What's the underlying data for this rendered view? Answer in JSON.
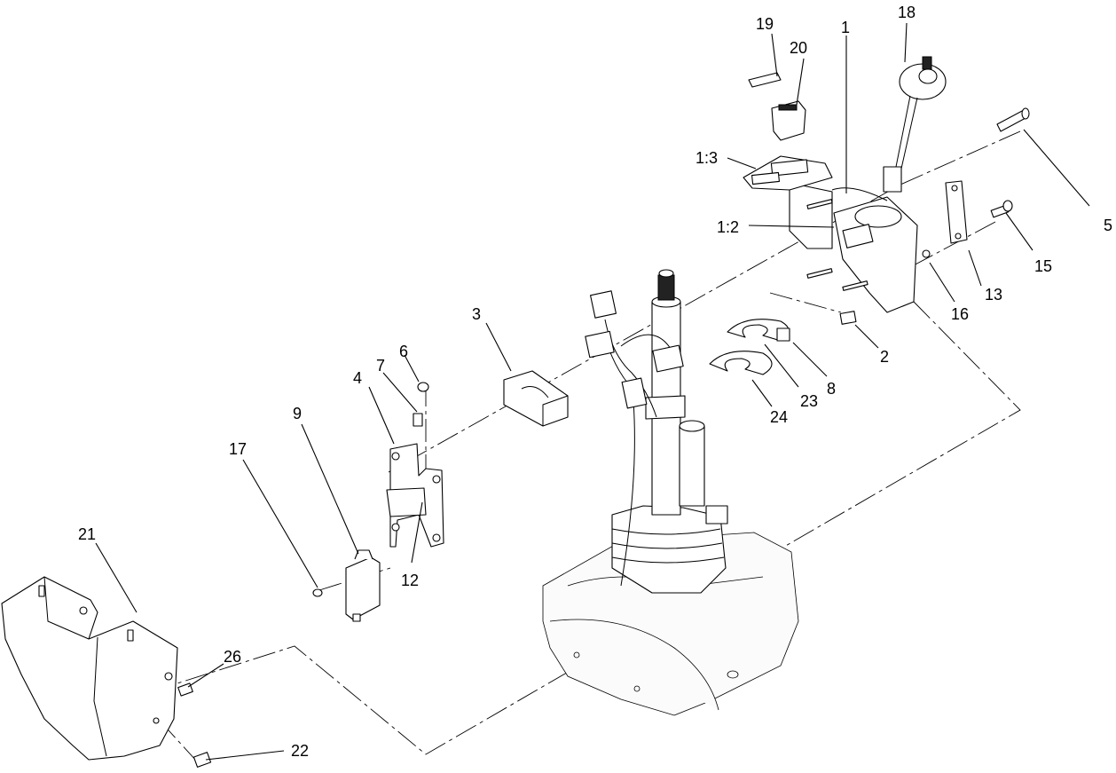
{
  "diagram": {
    "callouts": {
      "c1": "1",
      "c1_2": "1:2",
      "c1_3": "1:3",
      "c2": "2",
      "c3": "3",
      "c4": "4",
      "c5": "5",
      "c6": "6",
      "c7": "7",
      "c8": "8",
      "c9": "9",
      "c12": "12",
      "c13": "13",
      "c15": "15",
      "c16": "16",
      "c17": "17",
      "c18": "18",
      "c19": "19",
      "c20": "20",
      "c21": "21",
      "c22": "22",
      "c23": "23",
      "c24": "24",
      "c26": "26"
    }
  }
}
